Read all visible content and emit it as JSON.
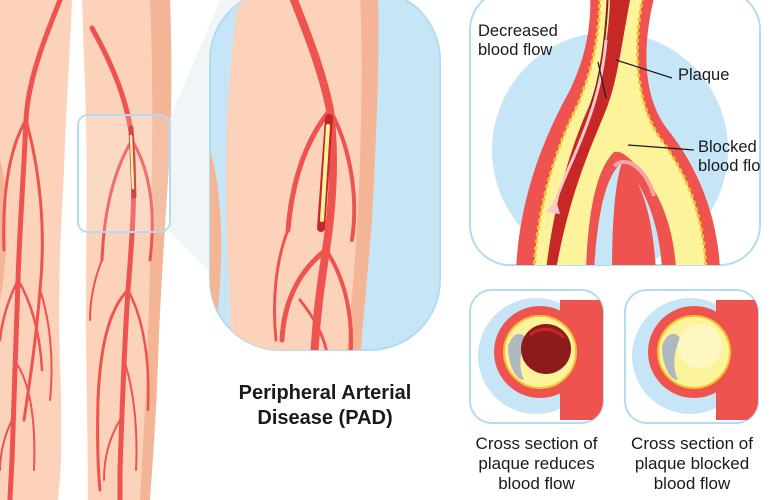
{
  "title": {
    "line1": "Peripheral Arterial",
    "line2": "Disease (PAD)"
  },
  "labels": {
    "decreased_line1": "Decreased",
    "decreased_line2": "blood flow",
    "plaque": "Plaque",
    "blocked_line1": "Blocked",
    "blocked_line2": "blood flo"
  },
  "captions": {
    "reduces": [
      "Cross section of",
      "plaque reduces",
      "blood flow"
    ],
    "blocked": [
      "Cross section of",
      "plaque blocked",
      "blood flow"
    ]
  },
  "colors": {
    "skin": "#fcd3ba",
    "skin_shadow": "#f3b596",
    "artery": "#ef5350",
    "artery_dark": "#c62828",
    "artery_lumen": "#8e1b1b",
    "plaque": "#fdf39b",
    "plaque_edge": "#f2c230",
    "panel": "#c6e6f7",
    "panel_border": "#b3dcf0"
  }
}
